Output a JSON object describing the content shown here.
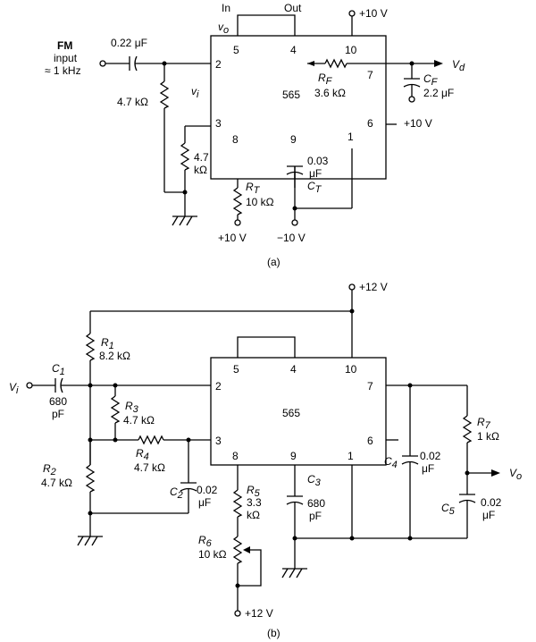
{
  "a": {
    "caption": "(a)",
    "in_label": "In",
    "out_label": "Out",
    "vo_label": "v",
    "vo_sub": "o",
    "vi_label": "v",
    "vi_sub": "i",
    "vd_label": "V",
    "vd_sub": "d",
    "fm_label": "FM",
    "input_label": "input",
    "freq_label": "≈ 1 kHz",
    "c_in_value": "0.22 μF",
    "r_in_value": "4.7 kΩ",
    "r2_value_line1": "4.7",
    "r2_value_line2": "kΩ",
    "rt_name": "R",
    "rt_sub": "T",
    "rt_value": "10 kΩ",
    "rf_name": "R",
    "rf_sub": "F",
    "rf_value": "3.6 kΩ",
    "ic_name": "565",
    "cf_name": "C",
    "cf_sub": "F",
    "cf_value": "2.2 μF",
    "ct_value_line1": "0.03",
    "ct_value_line2": "μF",
    "ct_name": "C",
    "ct_sub": "T",
    "supply_top": "+10 V",
    "supply_pin6": "+10 V",
    "supply_rt": "+10 V",
    "supply_ct": "−10 V",
    "pin5": "5",
    "pin4": "4",
    "pin10": "10",
    "pin2": "2",
    "pin7": "7",
    "pin3": "3",
    "pin6": "6",
    "pin8": "8",
    "pin9": "9",
    "pin1": "1"
  },
  "b": {
    "caption": "(b)",
    "supply_top": "+12 V",
    "supply_bottom": "+12 V",
    "vi_label": "V",
    "vi_sub": "i",
    "vo_label": "V",
    "vo_sub": "o",
    "ic_name": "565",
    "r1_name": "R",
    "r1_sub": "1",
    "r1_value": "8.2 kΩ",
    "r2_name": "R",
    "r2_sub": "2",
    "r2_value": "4.7 kΩ",
    "r3_name": "R",
    "r3_sub": "3",
    "r3_value": "4.7 kΩ",
    "r4_name": "R",
    "r4_sub": "4",
    "r4_value": "4.7 kΩ",
    "r5_name": "R",
    "r5_sub": "5",
    "r5_value_line1": "3.3",
    "r5_value_line2": "kΩ",
    "r6_name": "R",
    "r6_sub": "6",
    "r6_value": "10 kΩ",
    "r7_name": "R",
    "r7_sub": "7",
    "r7_value": "1 kΩ",
    "c1_name": "C",
    "c1_sub": "1",
    "c1_value_line1": "680",
    "c1_value_line2": "pF",
    "c2_name": "C",
    "c2_sub": "2",
    "c2_value_line1": "0.02",
    "c2_value_line2": "μF",
    "c3_name": "C",
    "c3_sub": "3",
    "c3_value_line1": "680",
    "c3_value_line2": "pF",
    "c4_name": "C",
    "c4_sub": "4",
    "c4_value_line1": "0.02",
    "c4_value_line2": "μF",
    "c5_name": "C",
    "c5_sub": "5",
    "c5_value_line1": "0.02",
    "c5_value_line2": "μF",
    "pin5": "5",
    "pin4": "4",
    "pin10": "10",
    "pin2": "2",
    "pin7": "7",
    "pin3": "3",
    "pin6": "6",
    "pin8": "8",
    "pin9": "9",
    "pin1": "1"
  }
}
